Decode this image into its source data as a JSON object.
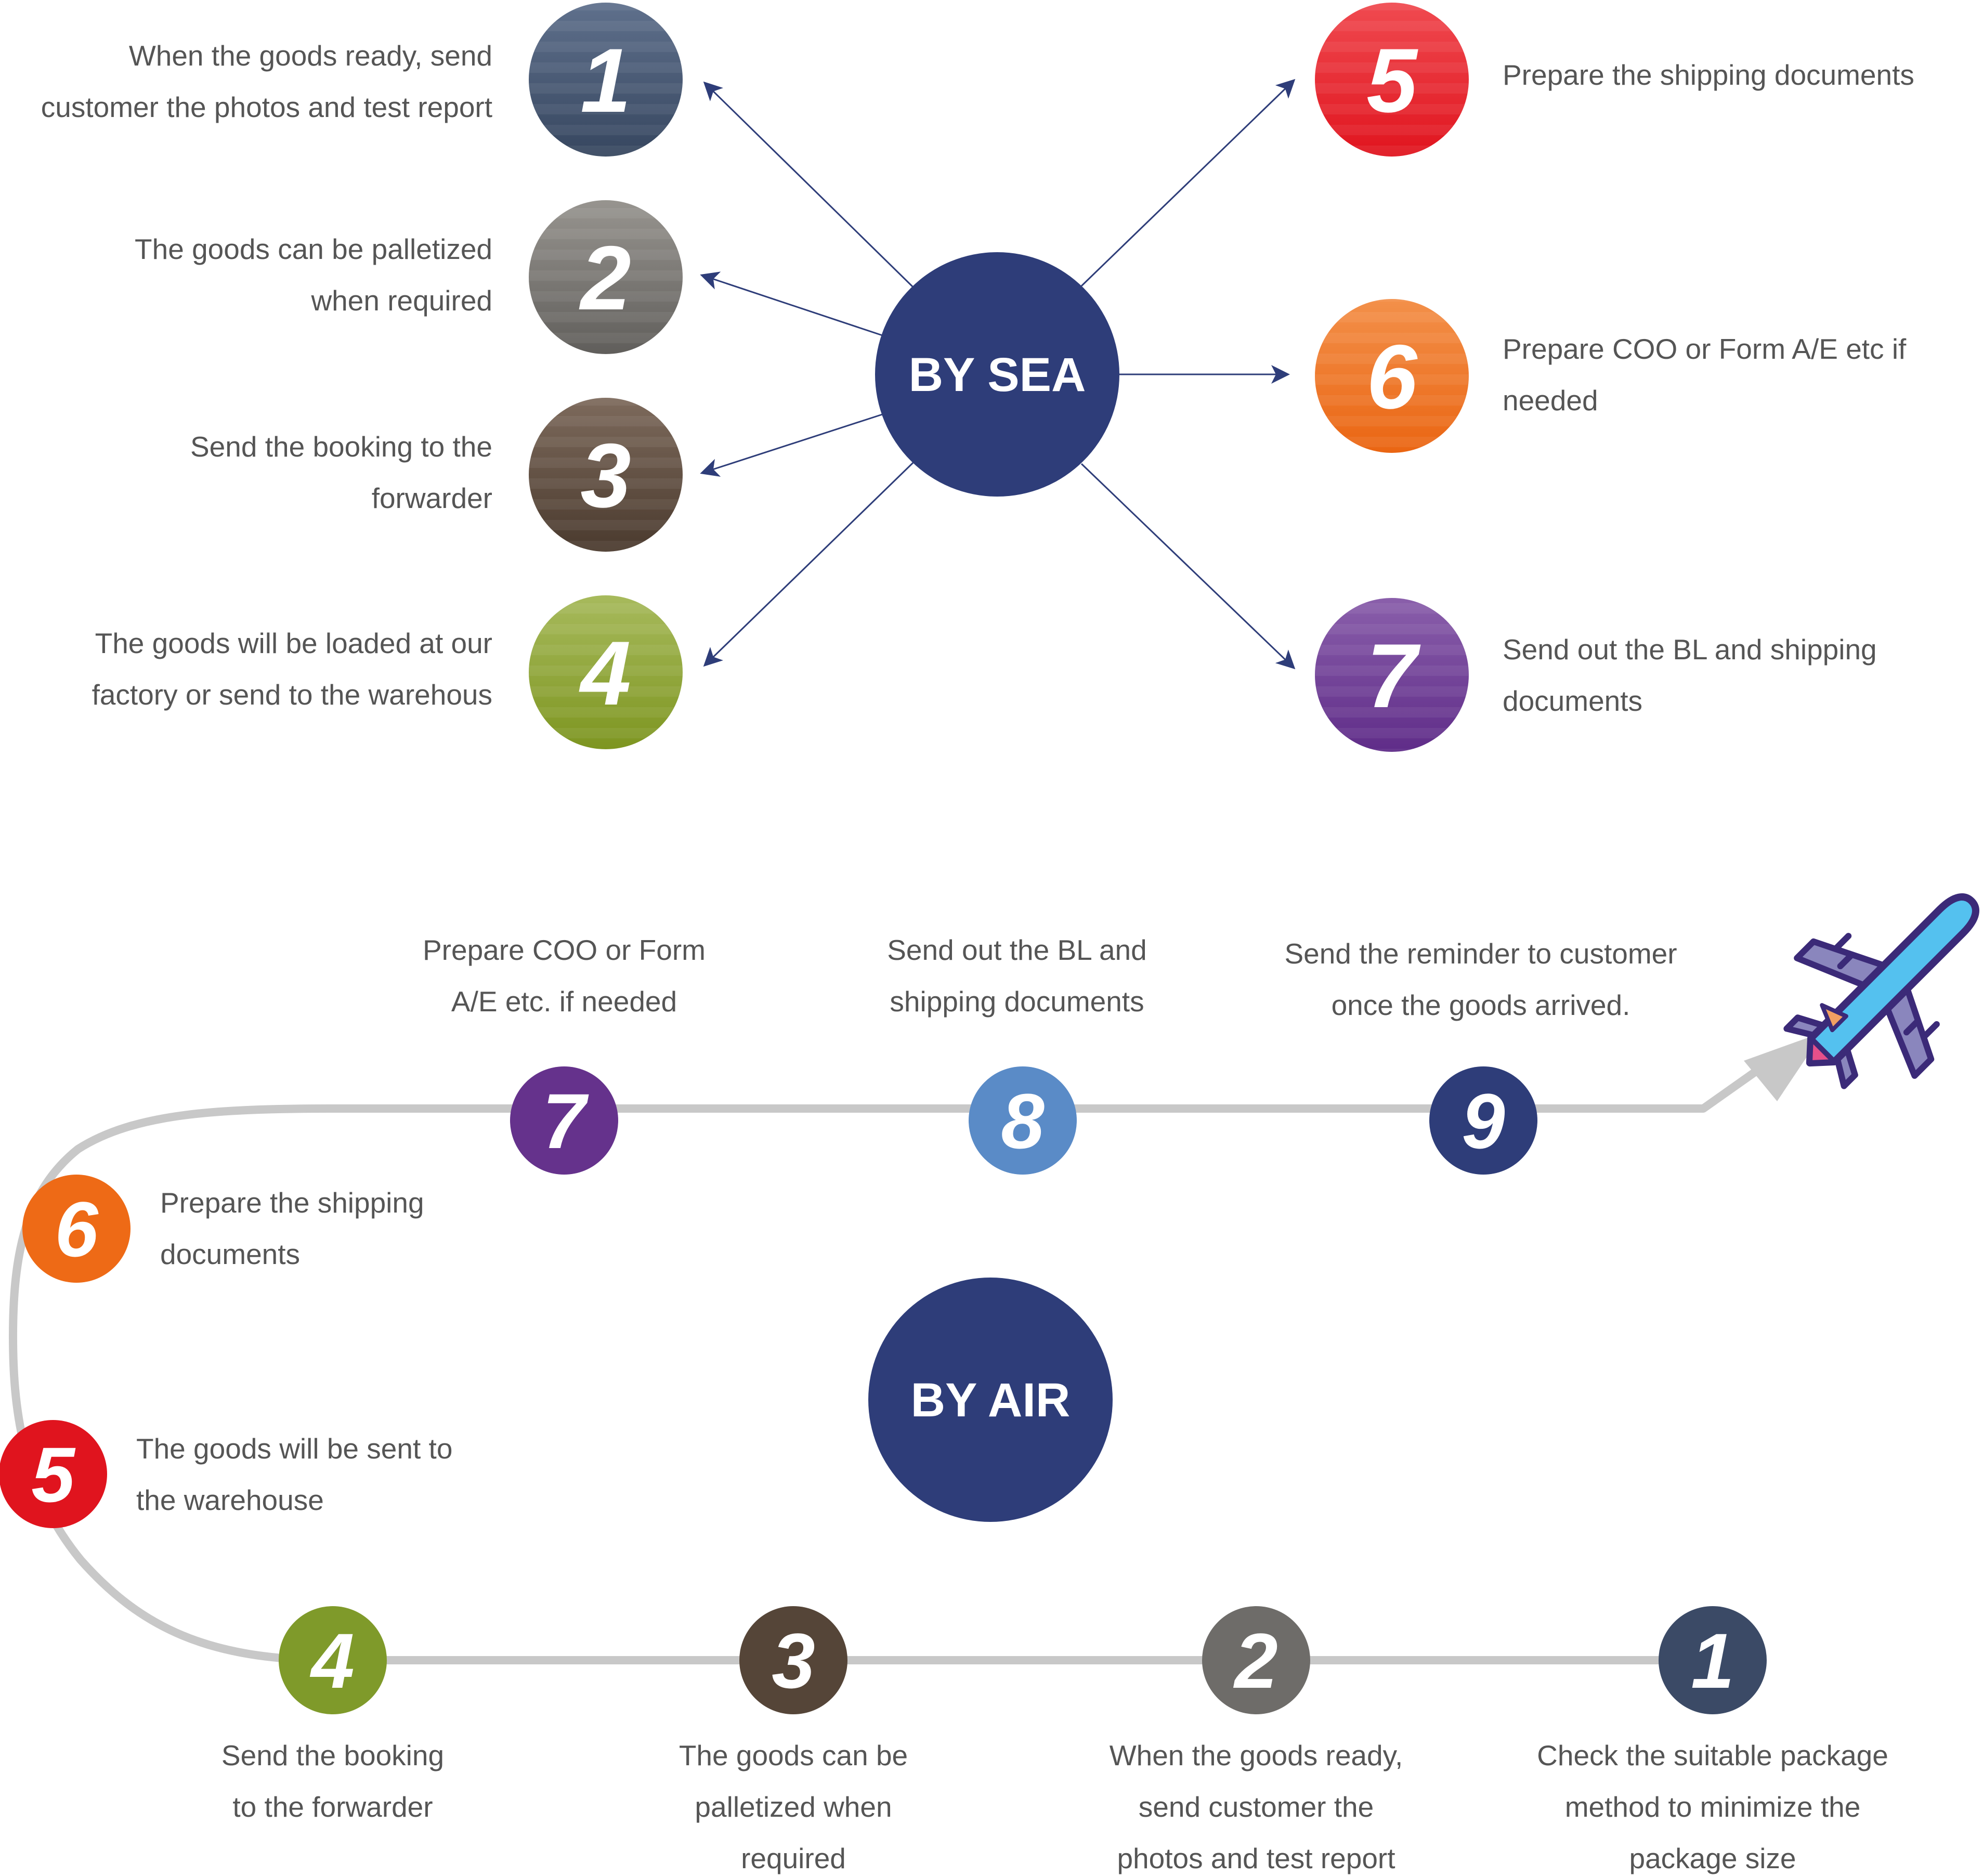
{
  "sea": {
    "hub": "BY SEA",
    "steps": [
      {
        "num": "1",
        "lines": [
          "When the goods ready, send",
          "customer the photos and test report"
        ]
      },
      {
        "num": "2",
        "lines": [
          "The goods can be palletized",
          "when required"
        ]
      },
      {
        "num": "3",
        "lines": [
          "Send the booking to the",
          "forwarder"
        ]
      },
      {
        "num": "4",
        "lines": [
          "The goods will be loaded at our",
          "factory or send to the warehous"
        ]
      },
      {
        "num": "5",
        "lines": [
          "Prepare the shipping documents"
        ]
      },
      {
        "num": "6",
        "lines": [
          "Prepare COO or Form A/E etc if",
          "needed"
        ]
      },
      {
        "num": "7",
        "lines": [
          "Send out the BL and shipping",
          "documents"
        ]
      }
    ]
  },
  "air": {
    "hub": "BY AIR",
    "steps": [
      {
        "num": "1",
        "lines": [
          "Check the suitable package",
          "method to minimize the",
          "package size"
        ]
      },
      {
        "num": "2",
        "lines": [
          "When the goods ready,",
          "send customer the",
          "photos and test report"
        ]
      },
      {
        "num": "3",
        "lines": [
          "The goods can be",
          "palletized when",
          "required"
        ]
      },
      {
        "num": "4",
        "lines": [
          "Send the booking",
          "to the forwarder"
        ]
      },
      {
        "num": "5",
        "lines": [
          "The goods will be sent to",
          "the warehouse"
        ]
      },
      {
        "num": "6",
        "lines": [
          "Prepare the shipping",
          "documents"
        ]
      },
      {
        "num": "7",
        "lines": [
          "Prepare COO or Form",
          "A/E etc. if needed"
        ]
      },
      {
        "num": "8",
        "lines": [
          "Send out the BL and",
          "shipping documents"
        ]
      },
      {
        "num": "9",
        "lines": [
          "Send the reminder to customer",
          "once the goods arrived."
        ]
      }
    ]
  },
  "icons": {
    "plane": "airplane-icon"
  },
  "colors": {
    "hub": "#2e3d79",
    "path": "#c8c8c8",
    "arrow": "#2e3d79",
    "text": "#555555",
    "step1": "#3b4a66",
    "step2": "#6e6c69",
    "step3": "#554538",
    "step4": "#7f9a2a",
    "step5": "#e0141e",
    "step6": "#ee6a16",
    "step7": "#65328c",
    "step8": "#5a8bc7",
    "step9": "#2e3d79"
  }
}
